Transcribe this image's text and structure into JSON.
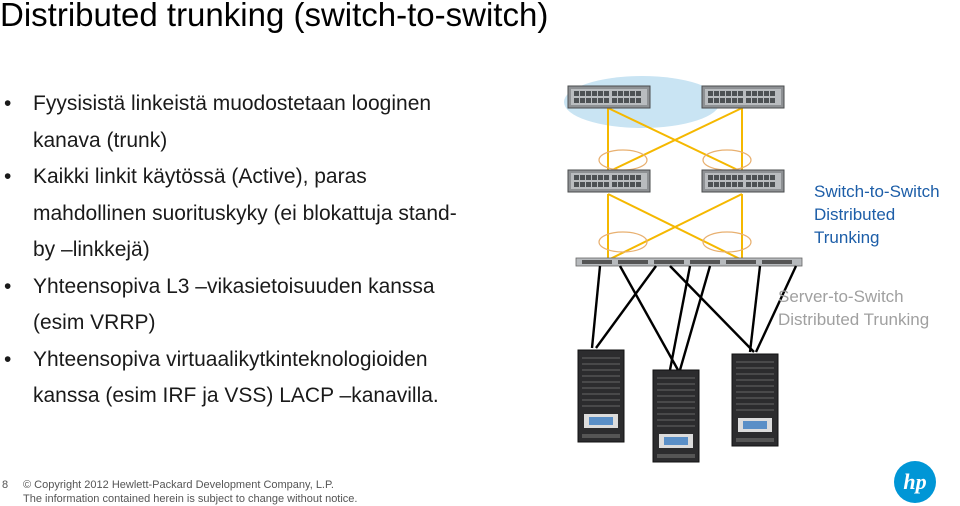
{
  "slide": {
    "title": "Distributed trunking (switch-to-switch)",
    "bullets": [
      {
        "line1": "Fyysisistä linkeistä muodostetaan looginen",
        "line2": "kanava (trunk)"
      },
      {
        "line1": "Kaikki linkit käytössä (Active), paras",
        "line2": "mahdollinen suorituskyky (ei blokattuja stand-",
        "line3": "by –linkkejä)"
      },
      {
        "line1": "Yhteensopiva L3 –vikasietoisuuden kanssa",
        "line2": "(esim VRRP)"
      },
      {
        "line1": "Yhteensopiva virtuaalikytkinteknologioiden",
        "line2": "kanssa (esim IRF ja VSS) LACP –kanavilla."
      }
    ]
  },
  "diagram": {
    "label_switch": [
      "Switch-to-Switch",
      "Distributed",
      "Trunking"
    ],
    "label_server": [
      "Server-to-Switch",
      "Distributed Trunking"
    ],
    "colors": {
      "switch_link": "#f5b800",
      "server_link": "#000000",
      "label_switch": "#1d5ea8",
      "label_server": "#a0a0a0",
      "cloud": "#c9e4f3",
      "ellipse": "#e8b070"
    }
  },
  "footer": {
    "page_number": "8",
    "copyright": "© Copyright 2012 Hewlett-Packard Development Company, L.P.",
    "notice": "The information contained herein is subject to change without notice."
  },
  "logo": {
    "text": "hp",
    "color": "#0096d6"
  }
}
